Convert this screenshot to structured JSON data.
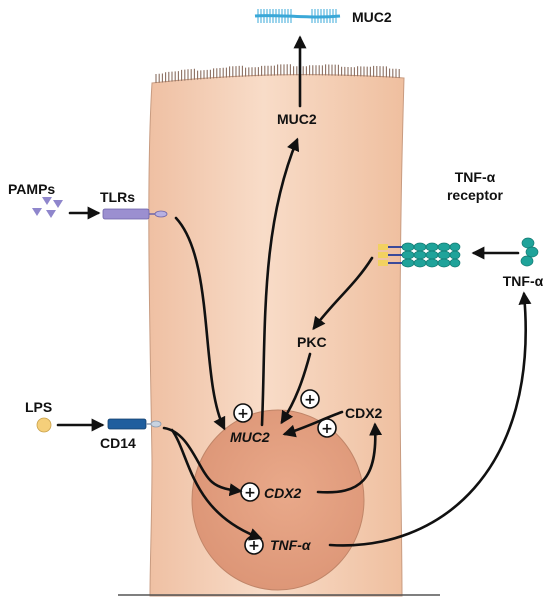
{
  "labels": {
    "muc2_secreted": "MUC2",
    "muc2_vesicle": "MUC2",
    "pamps": "PAMPs",
    "tlrs": "TLRs",
    "tnf_receptor_line1": "TNF-α",
    "tnf_receptor_line2": "receptor",
    "tnf_alpha_ligand": "TNF-α",
    "pkc": "PKC",
    "lps": "LPS",
    "cd14": "CD14",
    "cdx2_protein": "CDX2",
    "muc2_gene": "MUC2",
    "cdx2_gene": "CDX2",
    "tnf_gene": "TNF-α"
  },
  "plus_symbol": "+",
  "colors": {
    "cell": "#f5cdb4",
    "nucleus": "#e6a184",
    "tlr": "#9b8fd0",
    "cd14": "#1f5e9e",
    "receptor_teal": "#1fa39a",
    "receptor_yellow": "#f2d160",
    "lps": "#f5cf7a",
    "pamps": "#8f86cc",
    "mucin": "#3aa8d8",
    "arrow": "#111111"
  }
}
